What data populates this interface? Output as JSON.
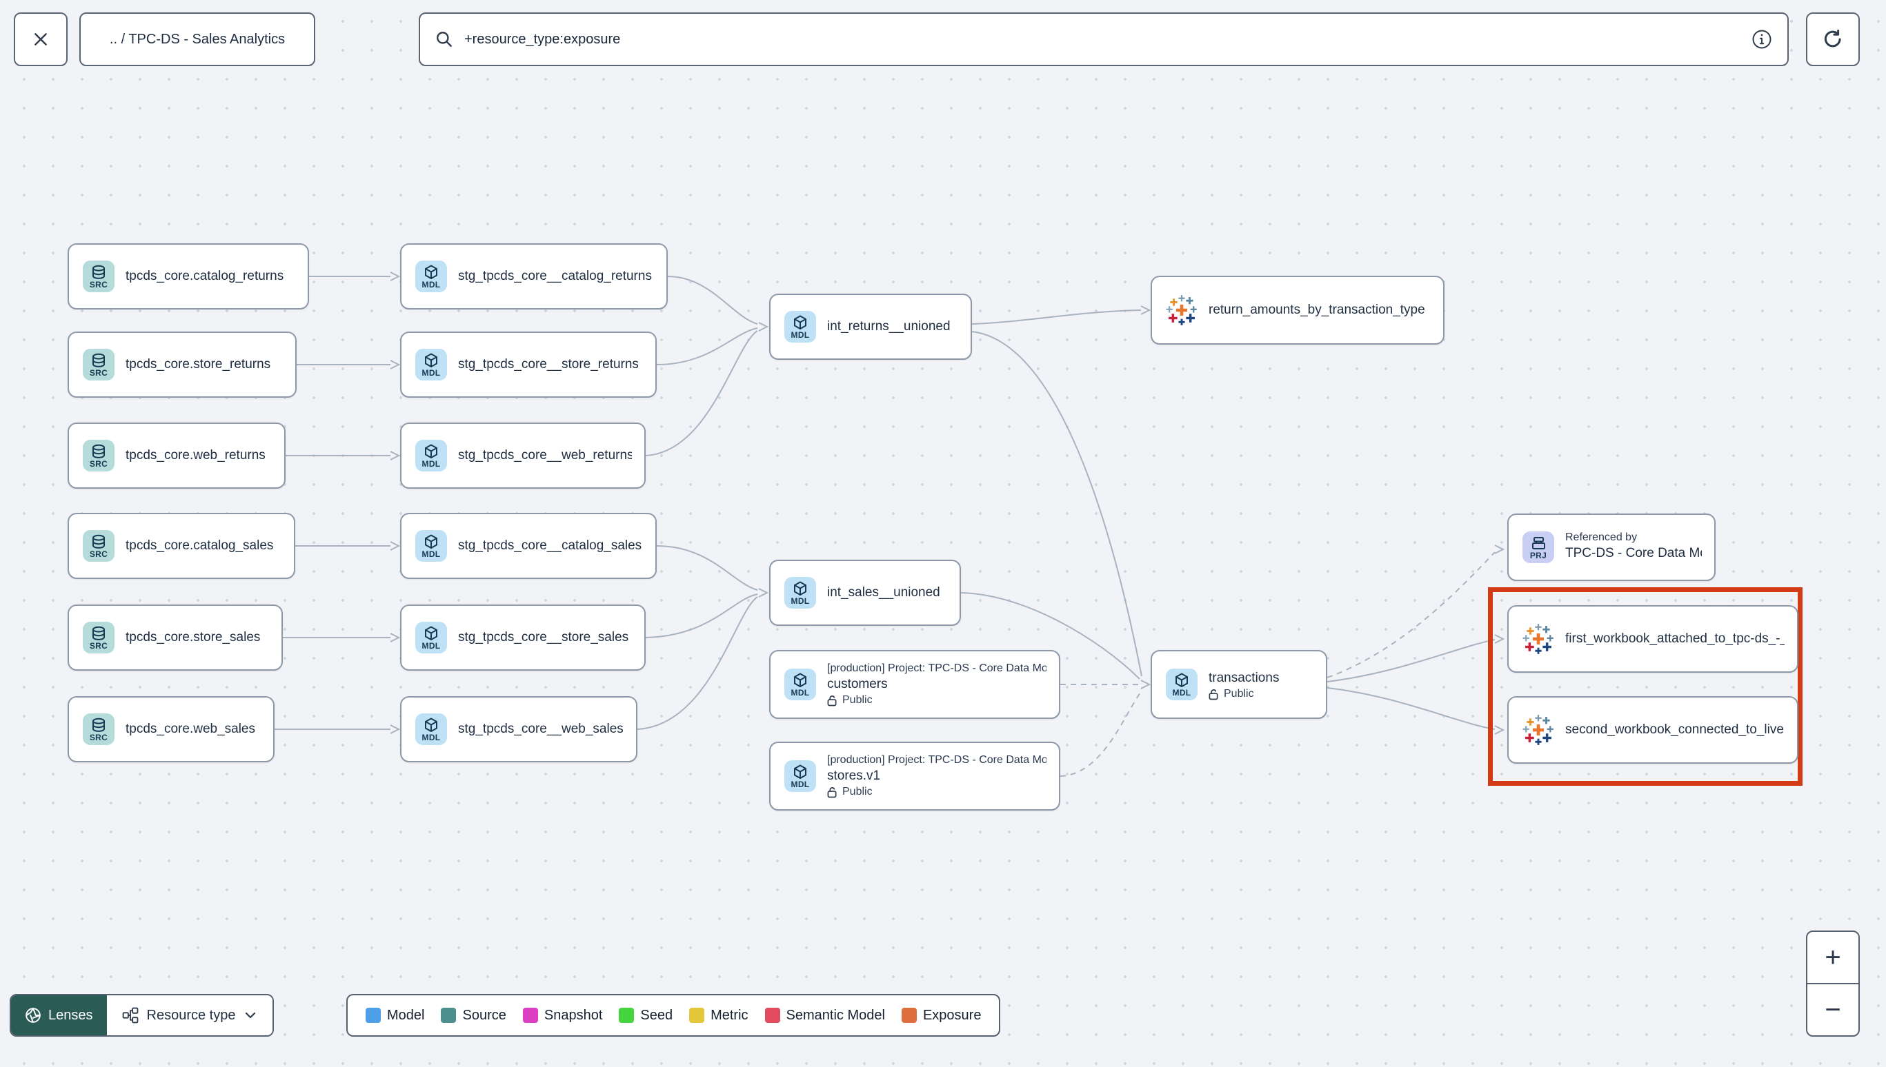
{
  "topbar": {
    "breadcrumb": ".. / TPC-DS - Sales Analytics",
    "search_value": "+resource_type:exposure"
  },
  "nodes": {
    "src_catalog_returns": {
      "badge": "SRC",
      "label": "tpcds_core.catalog_returns"
    },
    "src_store_returns": {
      "badge": "SRC",
      "label": "tpcds_core.store_returns"
    },
    "src_web_returns": {
      "badge": "SRC",
      "label": "tpcds_core.web_returns"
    },
    "src_catalog_sales": {
      "badge": "SRC",
      "label": "tpcds_core.catalog_sales"
    },
    "src_store_sales": {
      "badge": "SRC",
      "label": "tpcds_core.store_sales"
    },
    "src_web_sales": {
      "badge": "SRC",
      "label": "tpcds_core.web_sales"
    },
    "stg_catalog_returns": {
      "badge": "MDL",
      "label": "stg_tpcds_core__catalog_returns"
    },
    "stg_store_returns": {
      "badge": "MDL",
      "label": "stg_tpcds_core__store_returns"
    },
    "stg_web_returns": {
      "badge": "MDL",
      "label": "stg_tpcds_core__web_returns"
    },
    "stg_catalog_sales": {
      "badge": "MDL",
      "label": "stg_tpcds_core__catalog_sales"
    },
    "stg_store_sales": {
      "badge": "MDL",
      "label": "stg_tpcds_core__store_sales"
    },
    "stg_web_sales": {
      "badge": "MDL",
      "label": "stg_tpcds_core__web_sales"
    },
    "int_returns": {
      "badge": "MDL",
      "label": "int_returns__unioned"
    },
    "int_sales": {
      "badge": "MDL",
      "label": "int_sales__unioned"
    },
    "customers": {
      "badge": "MDL",
      "project": "[production] Project: TPC-DS - Core Data Mo…",
      "label": "customers",
      "access": "Public"
    },
    "stores": {
      "badge": "MDL",
      "project": "[production] Project: TPC-DS - Core Data Mo…",
      "label": "stores.v1",
      "access": "Public"
    },
    "transactions": {
      "badge": "MDL",
      "label": "transactions",
      "access": "Public"
    },
    "exposure_returns": {
      "label": "return_amounts_by_transaction_type"
    },
    "referenced_by": {
      "badge": "PRJ",
      "title": "Referenced by",
      "label": "TPC-DS - Core Data Models"
    },
    "workbook1": {
      "label": "first_workbook_attached_to_tpc-ds_-_…"
    },
    "workbook2": {
      "label": "second_workbook_connected_to_live…"
    }
  },
  "canvas": {
    "highlight_color": "#d23b14"
  },
  "footer": {
    "lenses_label": "Lenses",
    "resource_type_label": "Resource type",
    "legend": [
      {
        "label": "Model",
        "color": "#4da0e8"
      },
      {
        "label": "Source",
        "color": "#4c8f8c"
      },
      {
        "label": "Snapshot",
        "color": "#dd3fc2"
      },
      {
        "label": "Seed",
        "color": "#44d53e"
      },
      {
        "label": "Metric",
        "color": "#e5c73b"
      },
      {
        "label": "Semantic Model",
        "color": "#e24b60"
      },
      {
        "label": "Exposure",
        "color": "#dd6e3d"
      }
    ]
  },
  "zoom_controls": {
    "zoom_in": "+",
    "zoom_out": "−"
  }
}
